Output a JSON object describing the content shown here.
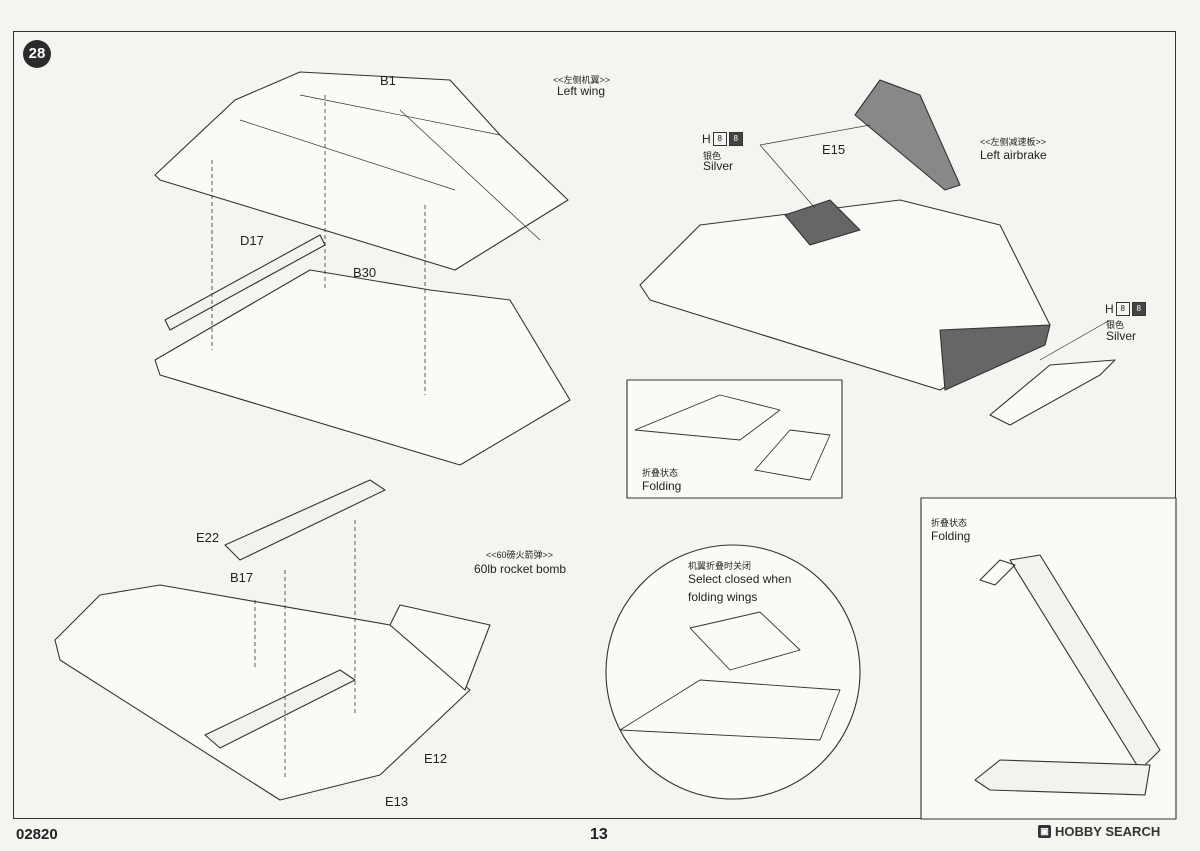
{
  "step_number": "28",
  "footer": {
    "code": "02820",
    "page": "13",
    "brand": "HOBBY SEARCH"
  },
  "paint": {
    "code": "H",
    "chip1": "8",
    "chip2": "8"
  },
  "labels": {
    "b1": "B1",
    "d17": "D17",
    "b30": "B30",
    "left_wing_cn": "<<左侧机翼>>",
    "left_wing": "Left wing",
    "e15": "E15",
    "silver_cn_top": "银色",
    "silver_top": "Silver",
    "airbrake_cn": "<<左侧减速板>>",
    "airbrake": "Left airbrake",
    "silver_cn_right": "银色",
    "silver_right": "Silver",
    "folding_cn_1": "折叠状态",
    "folding_1": "Folding",
    "folding_cn_2": "折叠状态",
    "folding_2": "Folding",
    "e22": "E22",
    "b17": "B17",
    "rocket_cn": "<<60磅火箭弹>>",
    "rocket": "60lb rocket bomb",
    "select_cn": "机翼折叠时关闭",
    "select_1": "Select closed when",
    "select_2": "folding wings",
    "e12": "E12",
    "e13": "E13"
  }
}
